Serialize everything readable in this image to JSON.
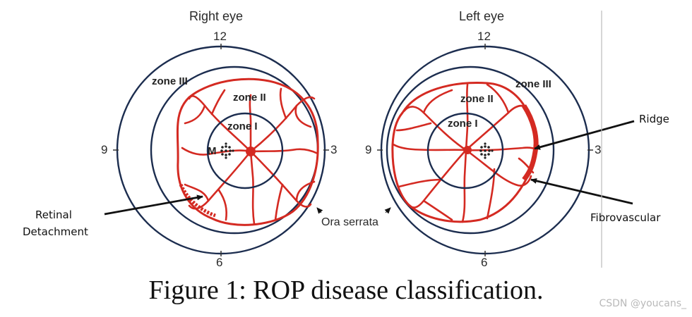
{
  "right_eye": {
    "title": "Right eye",
    "clock": {
      "top": "12",
      "left": "9",
      "right": "3",
      "bottom": "6"
    },
    "zones": {
      "zone1": "zone I",
      "zone2": "zone II",
      "zone3": "zone III"
    },
    "macula": "M"
  },
  "left_eye": {
    "title": "Left eye",
    "clock": {
      "top": "12",
      "left": "9",
      "right": "3",
      "bottom": "6"
    },
    "zones": {
      "zone1": "zone I",
      "zone2": "zone II",
      "zone3": "zone III"
    }
  },
  "center_label": "Ora serrata",
  "annotations": {
    "retinal_detachment": [
      "Retinal",
      "Detachment"
    ],
    "ridge": "Ridge",
    "fibrovascular": "Fibrovascular"
  },
  "caption": "Figure 1: ROP disease classification.",
  "watermark": "CSDN @youcans_",
  "colors": {
    "vessel": "#d42a22",
    "ring": "#1c2d4f",
    "text": "#111111"
  }
}
